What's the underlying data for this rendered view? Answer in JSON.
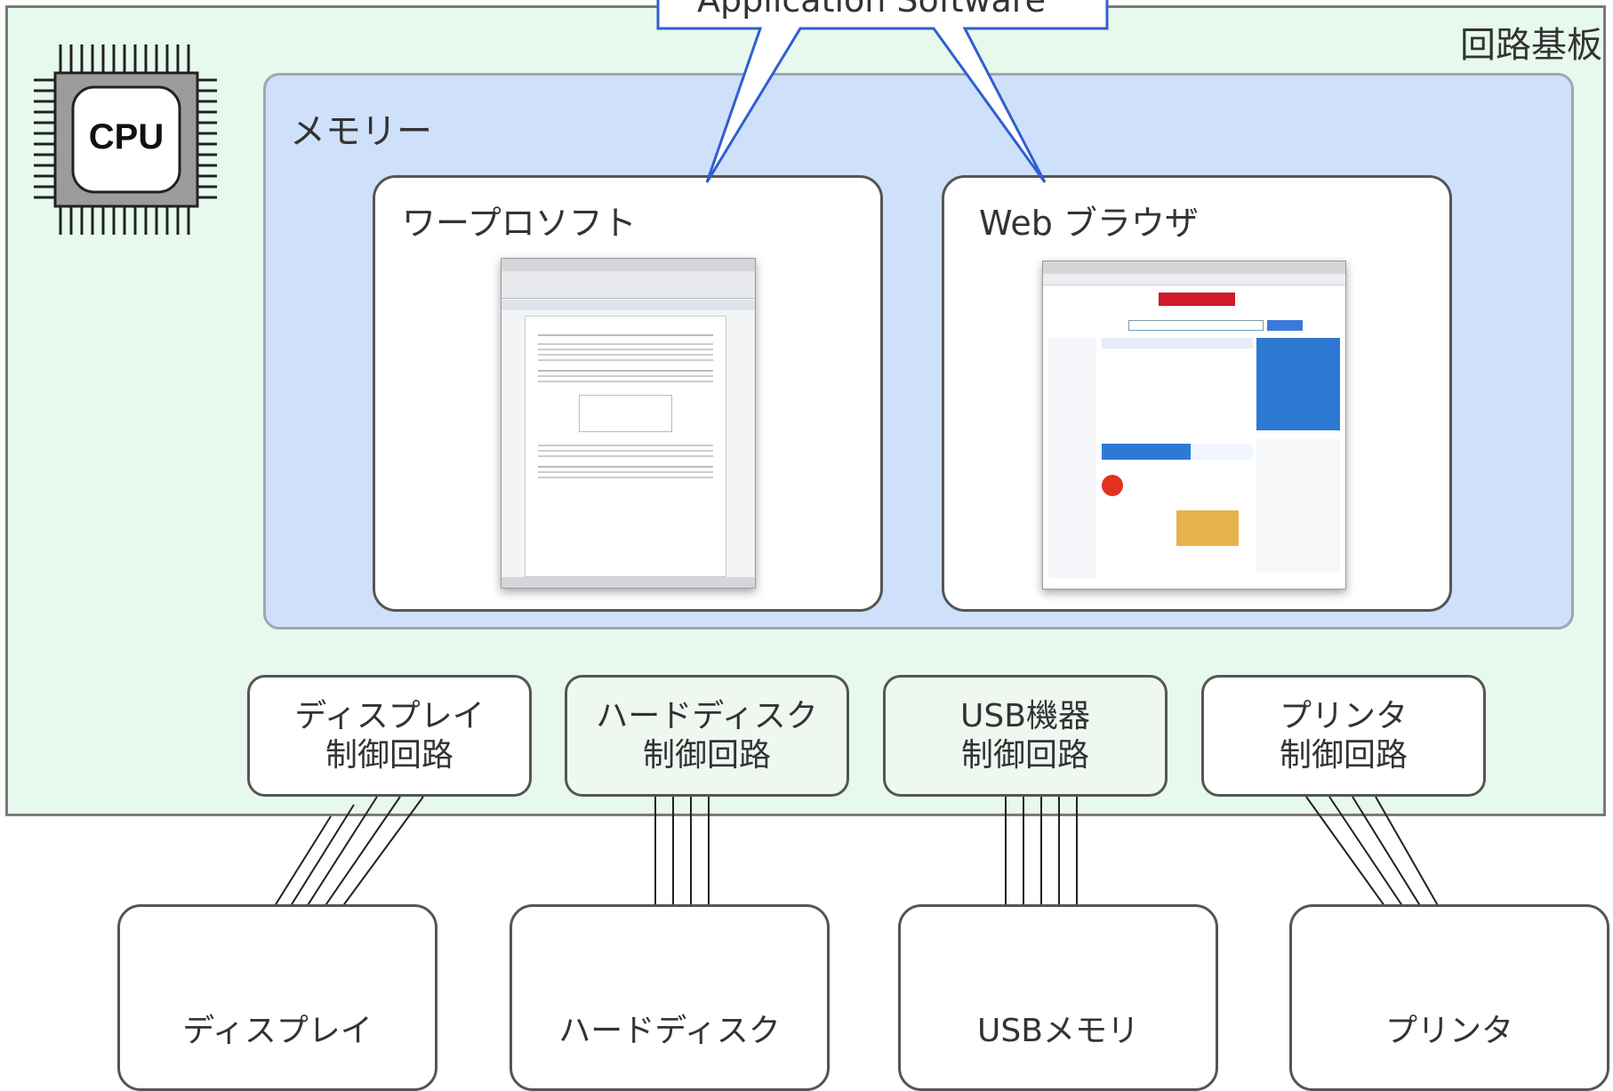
{
  "board": {
    "label": "回路基板"
  },
  "cpu": {
    "label": "CPU"
  },
  "memory": {
    "label": "メモリー"
  },
  "callout": {
    "label": "Application Software"
  },
  "apps": [
    {
      "title": "ワープロソフト"
    },
    {
      "title": "Web ブラウザ"
    }
  ],
  "controllers": [
    {
      "line1": "ディスプレイ",
      "line2": "制御回路"
    },
    {
      "line1": "ハードディスク",
      "line2": "制御回路"
    },
    {
      "line1": "USB機器",
      "line2": "制御回路"
    },
    {
      "line1": "プリンタ",
      "line2": "制御回路"
    }
  ],
  "devices": [
    {
      "label": "ディスプレイ"
    },
    {
      "label": "ハードディスク"
    },
    {
      "label": "USBメモリ"
    },
    {
      "label": "プリンタ"
    }
  ],
  "colors": {
    "board_bg": "#e7f9ed",
    "memory_bg": "#cfe0fb",
    "callout_stroke": "#2f5fd0",
    "box_border": "#555555"
  }
}
